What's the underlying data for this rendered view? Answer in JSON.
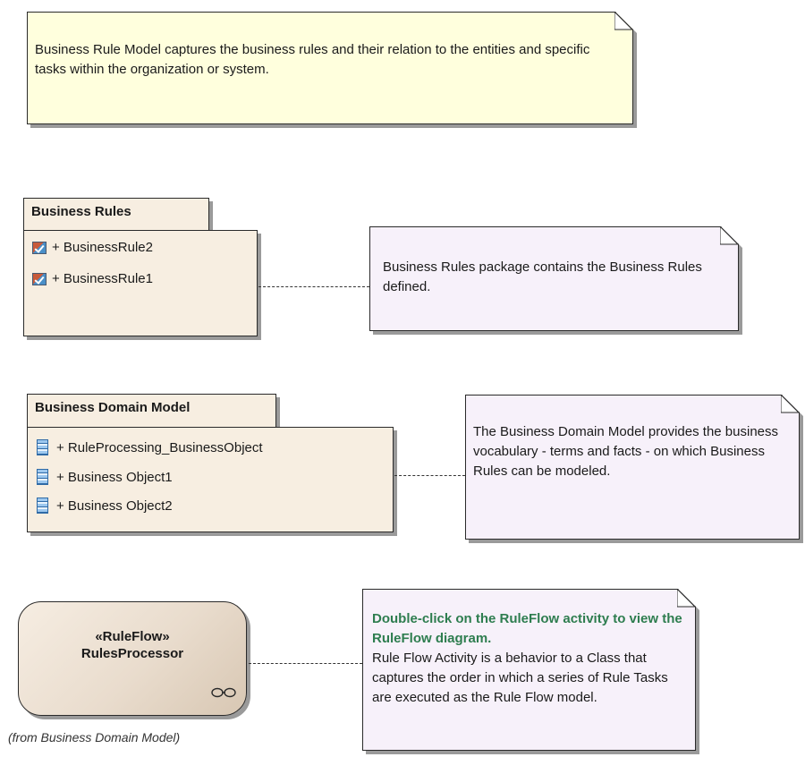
{
  "notes": {
    "model_intro": "Business Rule Model captures the business rules and their relation to the entities and specific tasks within the organization or system.",
    "rules_pkg": "Business Rules package contains the Business Rules defined.",
    "domain_model": "The Business Domain Model provides the business vocabulary - terms and facts - on which Business Rules can be modeled.",
    "ruleflow_link": "Double-click on the RuleFlow activity to view the RuleFlow diagram.",
    "ruleflow_desc": "Rule Flow Activity is a behavior to a Class that captures the order in which a series of Rule Tasks are executed as the Rule Flow model."
  },
  "packages": {
    "business_rules": {
      "title": "Business Rules",
      "items": [
        "+ BusinessRule2",
        "+ BusinessRule1"
      ]
    },
    "business_domain": {
      "title": "Business Domain Model",
      "items": [
        "+ RuleProcessing_BusinessObject",
        "+ Business Object1",
        "+ Business Object2"
      ]
    }
  },
  "activity": {
    "stereotype": "«RuleFlow»",
    "name": "RulesProcessor",
    "from": "(from Business Domain Model)"
  },
  "colors": {
    "note_yellow": "#ffffdd",
    "note_lavender": "#f7f1fa",
    "package_fill": "#f7eee1",
    "link_green": "#2e7d4f",
    "shadow": "#9a9a9a"
  },
  "icons": {
    "business_rule": "business-rule-icon",
    "class": "class-icon",
    "ruleflow": "ruleflow-link-icon"
  }
}
